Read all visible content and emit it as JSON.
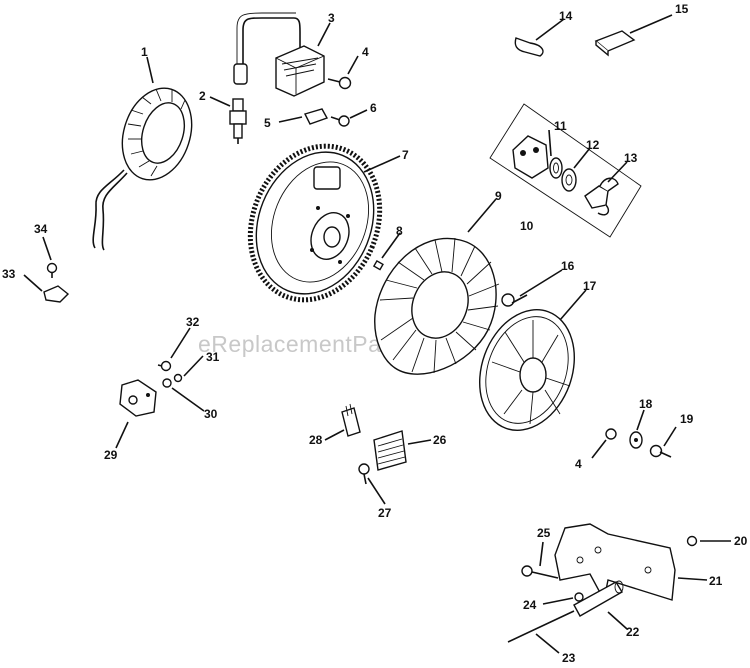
{
  "diagram": {
    "watermark": "eReplacementParts.com",
    "callouts": [
      {
        "id": "c1",
        "label": "1"
      },
      {
        "id": "c2",
        "label": "2"
      },
      {
        "id": "c3",
        "label": "3"
      },
      {
        "id": "c4a",
        "label": "4"
      },
      {
        "id": "c5",
        "label": "5"
      },
      {
        "id": "c6",
        "label": "6"
      },
      {
        "id": "c7",
        "label": "7"
      },
      {
        "id": "c8",
        "label": "8"
      },
      {
        "id": "c9",
        "label": "9"
      },
      {
        "id": "c10",
        "label": "10"
      },
      {
        "id": "c11",
        "label": "11"
      },
      {
        "id": "c12",
        "label": "12"
      },
      {
        "id": "c13",
        "label": "13"
      },
      {
        "id": "c14",
        "label": "14"
      },
      {
        "id": "c15",
        "label": "15"
      },
      {
        "id": "c16",
        "label": "16"
      },
      {
        "id": "c17",
        "label": "17"
      },
      {
        "id": "c18",
        "label": "18"
      },
      {
        "id": "c19",
        "label": "19"
      },
      {
        "id": "c4b",
        "label": "4"
      },
      {
        "id": "c20",
        "label": "20"
      },
      {
        "id": "c21",
        "label": "21"
      },
      {
        "id": "c22",
        "label": "22"
      },
      {
        "id": "c23",
        "label": "23"
      },
      {
        "id": "c24",
        "label": "24"
      },
      {
        "id": "c25",
        "label": "25"
      },
      {
        "id": "c26",
        "label": "26"
      },
      {
        "id": "c27",
        "label": "27"
      },
      {
        "id": "c28",
        "label": "28"
      },
      {
        "id": "c29",
        "label": "29"
      },
      {
        "id": "c30",
        "label": "30"
      },
      {
        "id": "c31",
        "label": "31"
      },
      {
        "id": "c32",
        "label": "32"
      },
      {
        "id": "c33",
        "label": "33"
      },
      {
        "id": "c34",
        "label": "34"
      }
    ]
  }
}
